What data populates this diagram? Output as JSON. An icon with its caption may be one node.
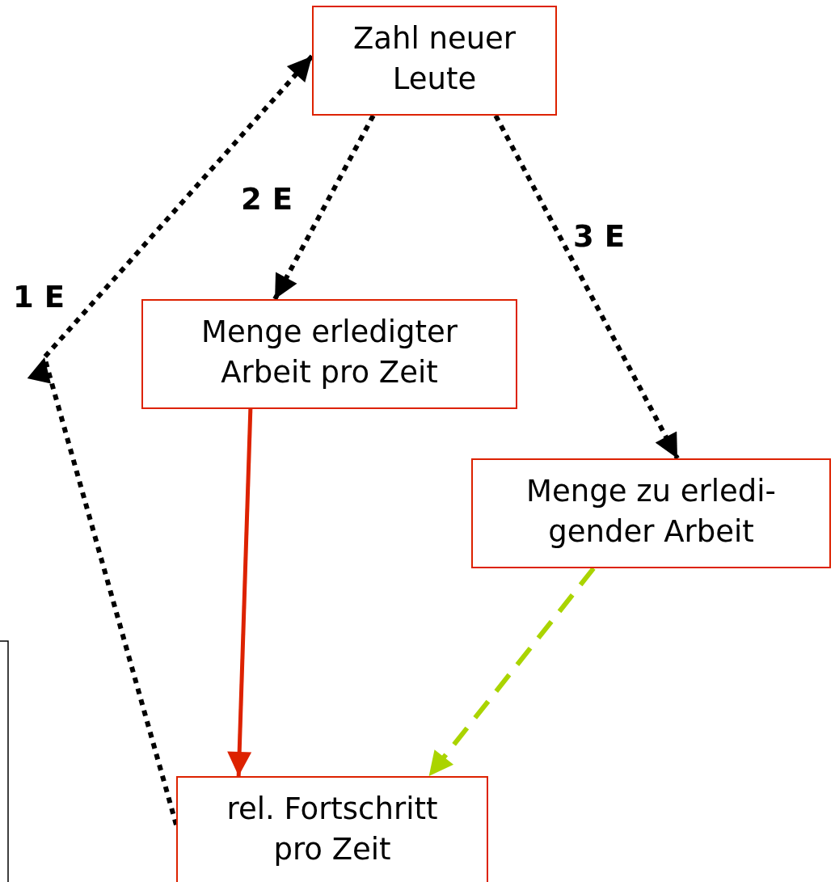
{
  "diagram": {
    "nodes": [
      {
        "text": [
          "Zahl neuer Leute"
        ]
      },
      {
        "text": [
          "Menge erledigter Arbeit pro Zeit"
        ]
      },
      {
        "text": [
          "Menge zu erledi- gender Arbeit"
        ]
      },
      {
        "text": [
          "rel. Fortschritt pro Zeit"
        ]
      }
    ],
    "edges": [
      {
        "from": 0,
        "to": 1,
        "arrow": "to",
        "label": "2 E",
        "style": "dashed"
      },
      {
        "from": 0,
        "to": 2,
        "arrow": "to",
        "label": "3 E",
        "style": "dashed"
      },
      {
        "from": 1,
        "to": 3,
        "arrow": "to",
        "color": "#dd2200"
      },
      {
        "from": 2,
        "to": 3,
        "arrow": "to",
        "style": "dashed",
        "color": "#aad400"
      },
      {
        "from": 3,
        "to": 0,
        "arrow": "to",
        "label": "1 E",
        "style": "dashed"
      }
    ]
  }
}
